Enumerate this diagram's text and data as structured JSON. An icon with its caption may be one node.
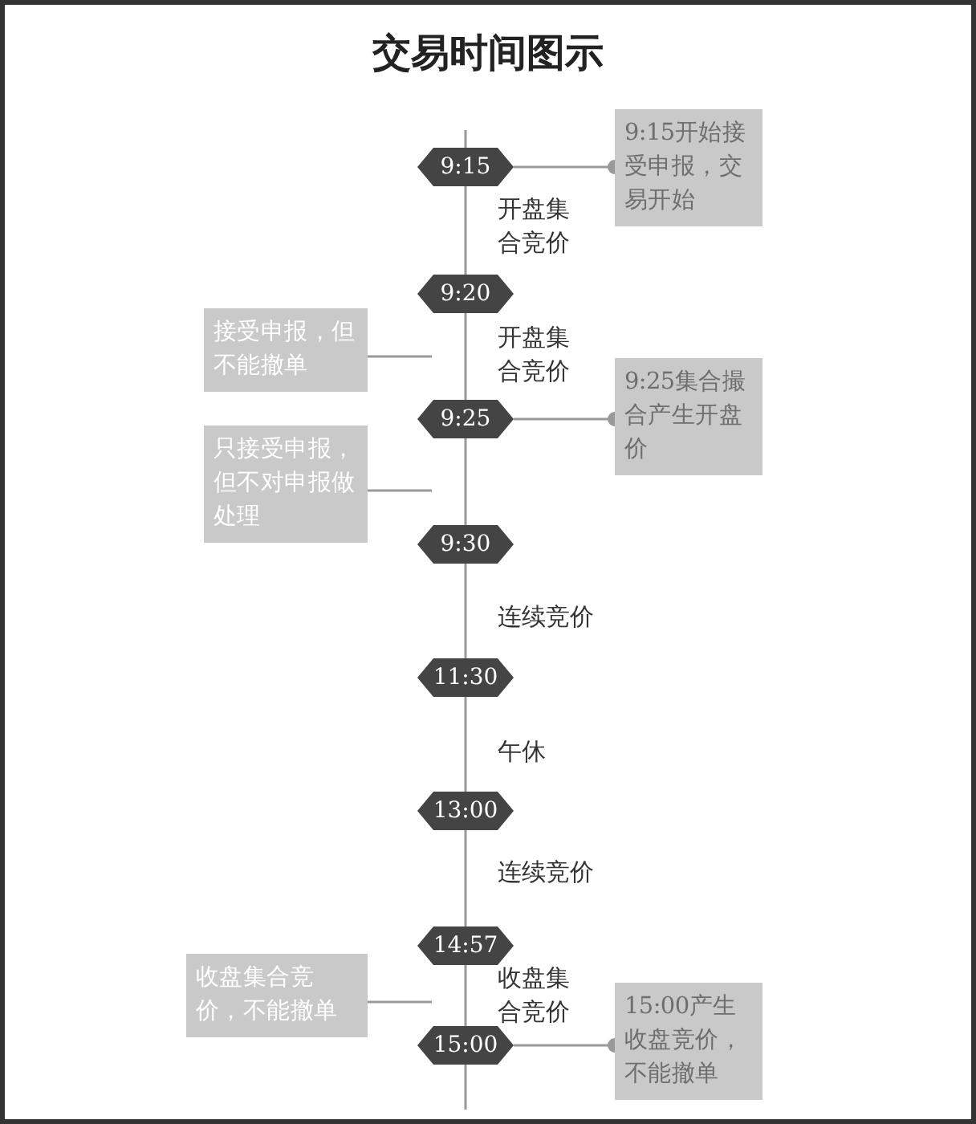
{
  "diagram": {
    "title": "交易时间图示",
    "nodes": [
      {
        "text": [
          "9:15"
        ]
      },
      {
        "text": [
          "9:15开始接受申报，交易开始"
        ]
      },
      {
        "text": [
          "9:20"
        ]
      },
      {
        "text": [
          "接受申报，但不能撤单"
        ]
      },
      {
        "text": [
          "9:25"
        ]
      },
      {
        "text": [
          "9:25集合撮合产生开盘价"
        ]
      },
      {
        "text": [
          "只接受申报，但不对申报做处理"
        ]
      },
      {
        "text": [
          "9:30"
        ]
      },
      {
        "text": [
          "11:30"
        ]
      },
      {
        "text": [
          "13:00"
        ]
      },
      {
        "text": [
          "14:57"
        ]
      },
      {
        "text": [
          "收盘集合竞价，不能撤单"
        ]
      },
      {
        "text": [
          "15:00"
        ]
      },
      {
        "text": [
          "15:00产生收盘竞价，不能撤单"
        ]
      }
    ],
    "edges": [
      {
        "from": 0,
        "to": 2,
        "arrow": "none",
        "label": "开盘集合竞价"
      },
      {
        "from": 2,
        "to": 4,
        "arrow": "none",
        "label": "开盘集合竞价"
      },
      {
        "from": 4,
        "to": 7,
        "arrow": "none"
      },
      {
        "from": 7,
        "to": 8,
        "arrow": "none",
        "label": "连续竞价"
      },
      {
        "from": 8,
        "to": 9,
        "arrow": "none",
        "label": "午休"
      },
      {
        "from": 9,
        "to": 10,
        "arrow": "none",
        "label": "连续竞价"
      },
      {
        "from": 10,
        "to": 12,
        "arrow": "none",
        "label": "收盘集合竞价"
      },
      {
        "from": 0,
        "to": 1,
        "arrow": "other"
      },
      {
        "from": 4,
        "to": 5,
        "arrow": "other"
      },
      {
        "from": 12,
        "to": 13,
        "arrow": "other"
      },
      {
        "from": 3,
        "to": null,
        "arrow": "none"
      },
      {
        "from": 6,
        "to": null,
        "arrow": "none"
      },
      {
        "from": 11,
        "to": null,
        "arrow": "none"
      }
    ]
  }
}
